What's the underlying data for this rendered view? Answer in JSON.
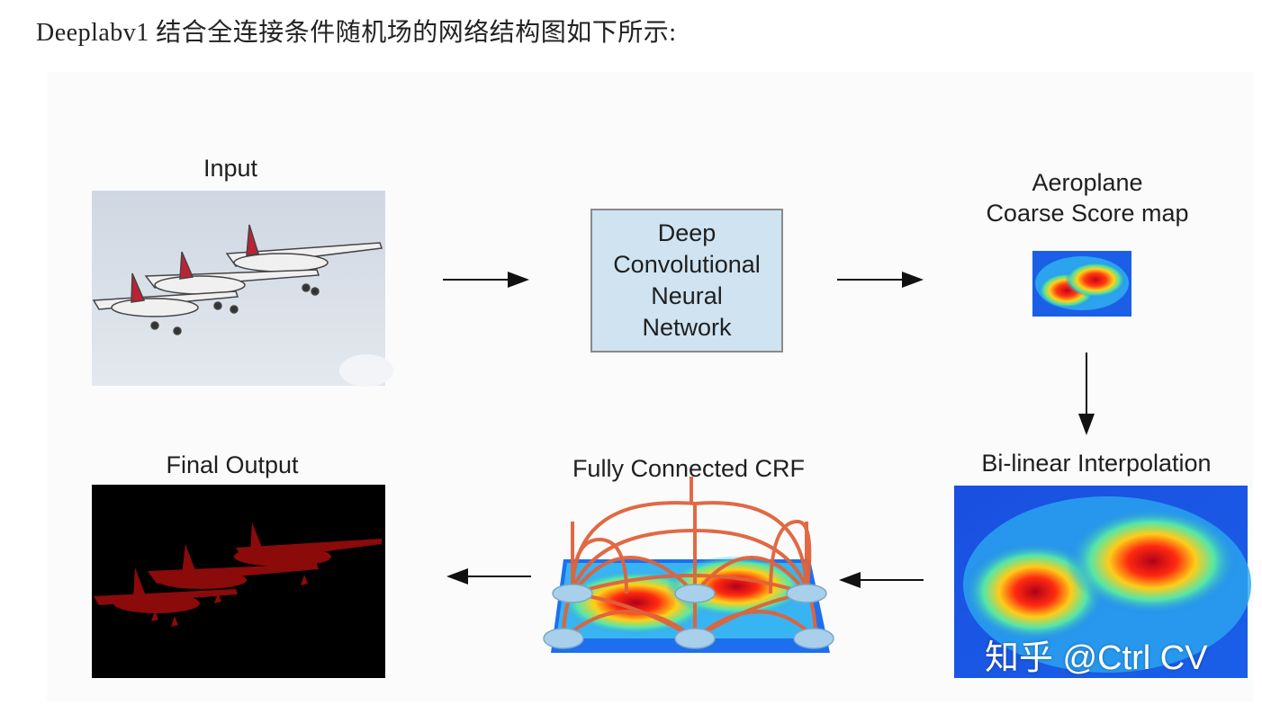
{
  "intro_text": "Deeplabv1 结合全连接条件随机场的网络结构图如下所示:",
  "diagram": {
    "input_label": "Input",
    "dnn_lines": [
      "Deep",
      "Convolutional",
      "Neural",
      "Network"
    ],
    "score_label_line1": "Aeroplane",
    "score_label_line2": "Coarse Score map",
    "interp_label": "Bi-linear Interpolation",
    "crf_label": "Fully Connected CRF",
    "output_label": "Final Output"
  },
  "watermark": "知乎 @Ctrl CV",
  "colors": {
    "dnn_fill": "#cfe3f1",
    "segmentation": "#8b0a0a",
    "crf_edges": "#e0623a"
  }
}
